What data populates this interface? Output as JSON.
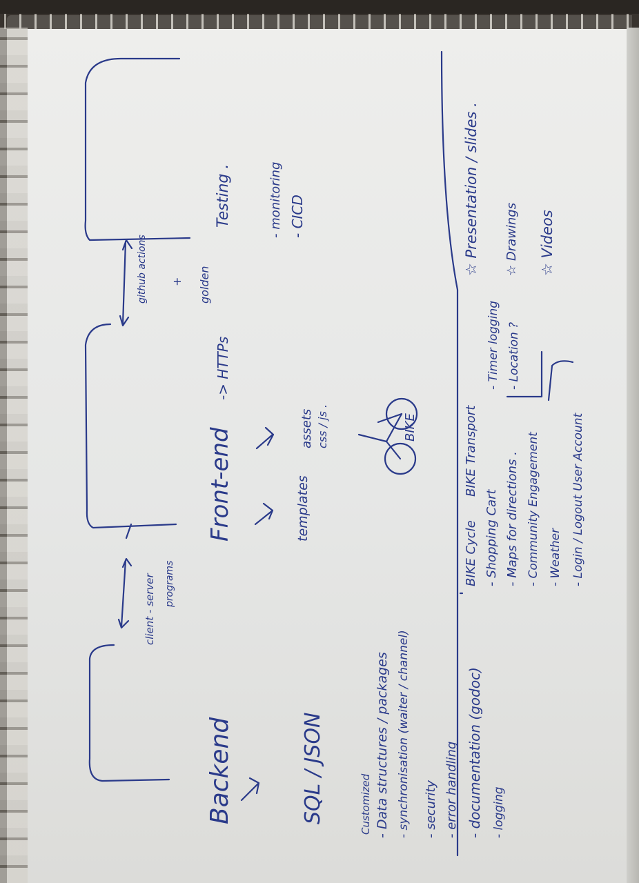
{
  "note": {
    "backend": "Backend",
    "backend_arrow": "↓",
    "sql_json": "SQL / JSON",
    "customized": "Customized",
    "data_structures": "- Data structures / packages",
    "synchronisation": "- synchronisation (waiter / channel)",
    "security": "- security",
    "error_handling": "- error handling",
    "documentation": "- documentation (godoc)",
    "logging": "- logging",
    "client_server": "client - server",
    "programs": "programs",
    "frontend": "Front-end",
    "http": "-> HTTPs",
    "templates_arrow": "↓",
    "templates": "templates",
    "assets_arrow": "↓",
    "assets": "assets",
    "css_js": "css / js .",
    "github_actions": "github actions",
    "plus": "+",
    "golden": "golden",
    "testing": "Testing .",
    "monitoring": "- monitoring",
    "cicd": "- CICD",
    "bike_logo": "BIKE",
    "bike_cycle": "BIKE Cycle",
    "bike_transport": "BIKE Transport",
    "shopping_cart": "- Shopping Cart",
    "maps": "- Maps for directions .",
    "community": "- Community Engagement",
    "weather": "- Weather",
    "login": "- Login / Logout User Account",
    "timer_logging": "- Timer logging",
    "location": "- Location ?",
    "presentation": "☆ Presentation / slides .",
    "drawings": "☆ Drawings",
    "videos": "☆ Videos"
  }
}
